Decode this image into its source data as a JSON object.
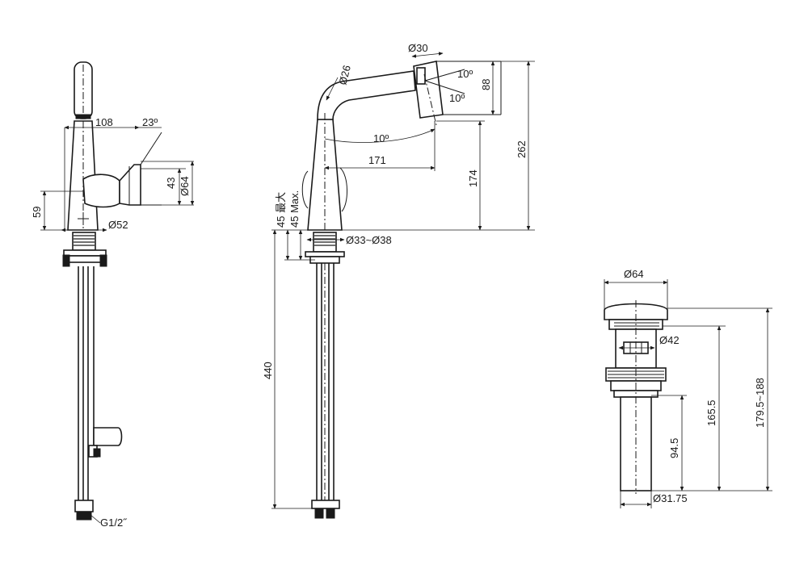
{
  "labels": {
    "side_108": "108",
    "side_23deg": "23º",
    "side_43": "43",
    "side_d64": "Ø64",
    "side_59": "59",
    "side_d52": "Ø52",
    "side_g12": "G1/2˝",
    "front_d26": "Ø26",
    "front_d30": "Ø30",
    "front_10deg_a": "10º",
    "front_10deg_b": "10º",
    "front_88": "88",
    "front_10deg_c": "10º",
    "front_171": "171",
    "front_174": "174",
    "front_262": "262",
    "front_45cn": "45 最大",
    "front_45max": "45 Max.",
    "front_d33_38": "Ø33~Ø38",
    "front_440": "440",
    "drain_d64": "Ø64",
    "drain_d42": "Ø42",
    "drain_165_5": "165.5",
    "drain_179_188": "179.5~188",
    "drain_94_5": "94.5",
    "drain_d31_75": "Ø31.75"
  }
}
